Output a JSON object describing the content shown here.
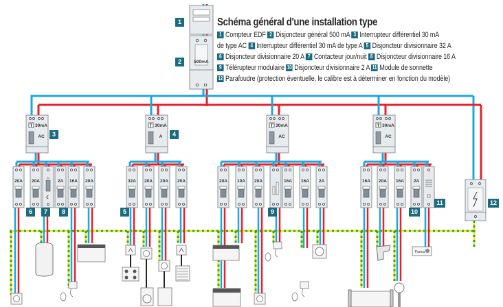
{
  "legend": {
    "title": "Schéma général d'une installation type",
    "items": [
      {
        "num": "1",
        "text": "Compteur EDF"
      },
      {
        "num": "2",
        "text": "Disjoncteur général 500 mA"
      },
      {
        "num": "3",
        "text": "Interrupteur différentiel 30 mA de type AC"
      },
      {
        "num": "4",
        "text": "Interrupteur différentiel 30 mA de type A"
      },
      {
        "num": "5",
        "text": "Disjoncteur divisionnaire 32 A"
      },
      {
        "num": "6",
        "text": "Disjoncteur divisionnaire 20 A"
      },
      {
        "num": "7",
        "text": "Contacteur jour/nuit"
      },
      {
        "num": "8",
        "text": "Disjoncteur divisionnaire 16 A"
      },
      {
        "num": "9",
        "text": "Télérupteur modulaire"
      },
      {
        "num": "10",
        "text": "Disjoncteur divisionnaire 2 A"
      },
      {
        "num": "11",
        "text": "Module de sonnette"
      },
      {
        "num": "12",
        "text": "Parafoudre (protection éventuelle, le calibre est à déterminer en fonction du modèle)"
      }
    ],
    "lines": [
      [
        {
          "n": "1",
          "t": "Compteur EDF"
        },
        {
          "n": "2",
          "t": "Disjoncteur général 500 mA"
        },
        {
          "n": "3",
          "t": "Interrupteur différentiel 30 mA"
        }
      ],
      [
        {
          "n": "",
          "t": "de type AC"
        },
        {
          "n": "4",
          "t": "Interrupteur différentiel 30 mA de type A"
        },
        {
          "n": "5",
          "t": "Disjoncteur divisionnaire 32 A"
        }
      ],
      [
        {
          "n": "6",
          "t": "Disjoncteur divisionnaire 20 A"
        },
        {
          "n": "7",
          "t": "Contacteur jour/nuit"
        },
        {
          "n": "8",
          "t": "Disjoncteur divisionnaire 16 A"
        }
      ],
      [
        {
          "n": "9",
          "t": "Télérupteur modulaire"
        },
        {
          "n": "10",
          "t": "Disjoncteur divisionnaire 2 A"
        },
        {
          "n": "11",
          "t": "Module de sonnette"
        }
      ],
      [
        {
          "n": "12",
          "t": "Parafoudre (protection éventuelle, le calibre est à déterminer en fonction du modèle)"
        }
      ]
    ]
  },
  "meter": {
    "tag": "1"
  },
  "main_breaker": {
    "tag": "2",
    "label": "500mA"
  },
  "rcds": [
    {
      "tag": "3",
      "rating": "30mA",
      "type": "AC",
      "test": "T"
    },
    {
      "tag": "4",
      "rating": "30mA",
      "type": "A",
      "test": "T"
    },
    {
      "tag": "",
      "rating": "30mA",
      "type": "AC",
      "test": "T"
    },
    {
      "tag": "",
      "rating": "30mA",
      "type": "AC",
      "test": "T"
    }
  ],
  "groups": [
    {
      "breakers": [
        "20A",
        "20A",
        "day-night-contactor",
        "2A",
        "16A",
        "20A"
      ],
      "tags": [
        "6",
        "7",
        "8"
      ]
    },
    {
      "breakers": [
        "32A",
        "20A",
        "20A",
        "20A"
      ],
      "tags": [
        "5"
      ]
    },
    {
      "breakers": [
        "20A",
        "10A",
        "20A",
        "remote-switch",
        "16A",
        "16A",
        "2A"
      ],
      "tags": [
        "9"
      ]
    },
    {
      "breakers": [
        "16A",
        "20A",
        "16A",
        "2A",
        "doorbell-module"
      ],
      "tags": [
        "10",
        "11"
      ]
    }
  ],
  "surge_protector": {
    "tag": "12"
  },
  "loads": [
    "socket-outlet",
    "water-heater",
    "ceiling-light",
    "panel-heater",
    "cooktop",
    "oven-socket",
    "washing-machine",
    "dishwasher",
    "convector-heater",
    "socket-outlet",
    "ceiling-light",
    "ventilation-vmc",
    "gate-motor",
    "outdoor-light",
    "doorbell",
    "earth-terminal"
  ],
  "doorbell_label": "Parma",
  "colors": {
    "phase": "#e8202a",
    "neutral": "#1ba7e0",
    "earth_yellow": "#f5e617",
    "earth_green": "#23a33a",
    "tag_bg": "#1a6b80",
    "module_bg": "#e8ebee",
    "module_border": "#8a9096"
  }
}
